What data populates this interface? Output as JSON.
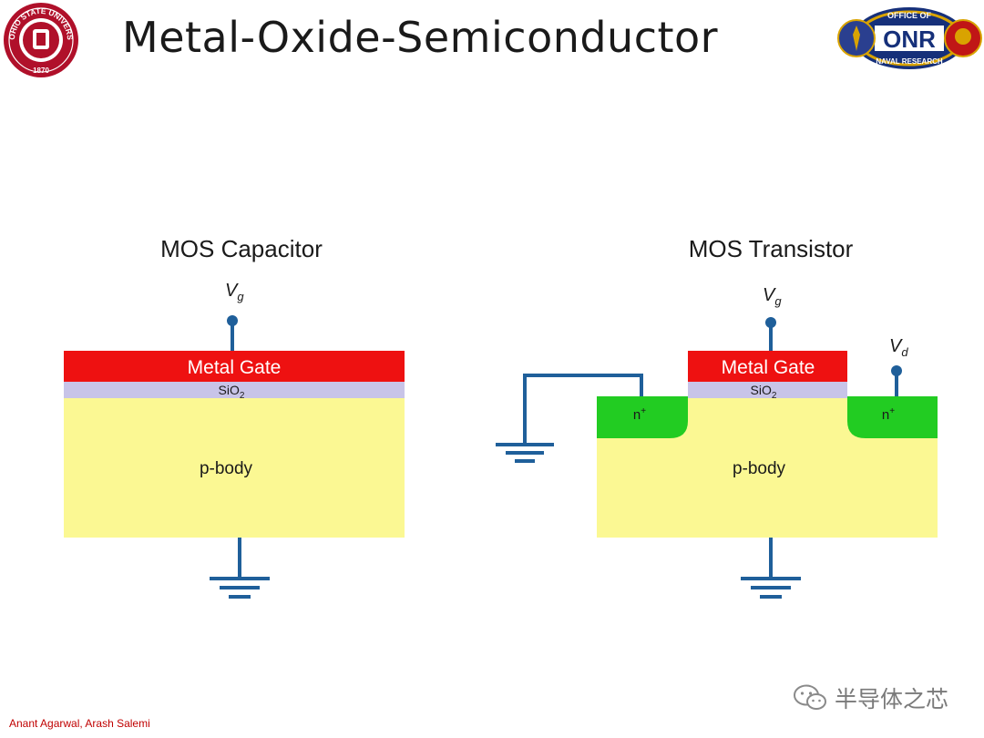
{
  "slide": {
    "title": "Metal-Oxide-Semiconductor",
    "author": "Anant Agarwal, Arash Salemi",
    "watermark": "半导体之芯"
  },
  "logos": {
    "osu": {
      "ring_text": "OHIO STATE UNIVERSITY",
      "year": "1870"
    },
    "onr": {
      "top_text": "OFFICE OF",
      "mark": "ONR",
      "bottom_text": "NAVAL RESEARCH"
    }
  },
  "capacitor": {
    "title": "MOS Capacitor",
    "gate_terminal": "V",
    "gate_terminal_sub": "g",
    "gate_label": "Metal Gate",
    "oxide_label": "SiO",
    "oxide_sub": "2",
    "body_label": "p-body"
  },
  "transistor": {
    "title": "MOS Transistor",
    "gate_terminal": "V",
    "gate_terminal_sub": "g",
    "drain_terminal": "V",
    "drain_terminal_sub": "d",
    "gate_label": "Metal Gate",
    "oxide_label": "SiO",
    "oxide_sub": "2",
    "source_label": "n",
    "source_sup": "+",
    "drain_label": "n",
    "drain_sup": "+",
    "body_label": "p-body"
  },
  "colors": {
    "metal_gate": "#ee1111",
    "oxide": "#c8c4e8",
    "p_body": "#fbf893",
    "n_plus": "#22cc22",
    "wire": "#1f5f9a",
    "title_text": "#1a1a1a",
    "author_text": "#c00000"
  }
}
